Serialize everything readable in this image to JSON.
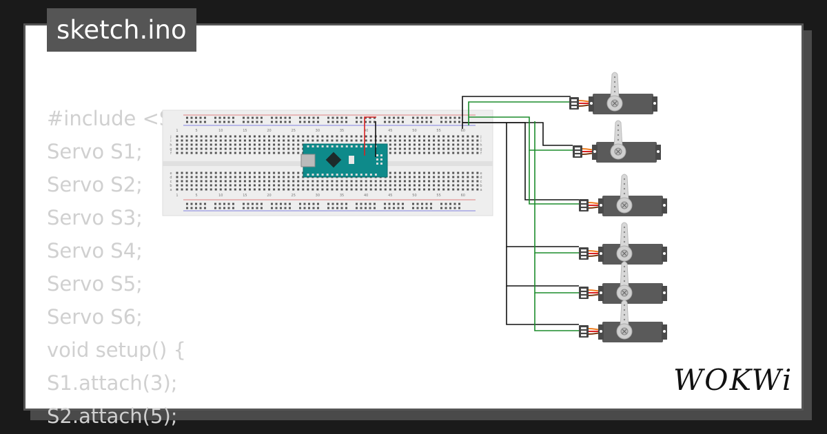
{
  "tab": {
    "filename": "sketch.ino"
  },
  "code_lines": [
    "#include <Servo.h>",
    "Servo S1;",
    "Servo S2;",
    "Servo S3;",
    "Servo S4;",
    "Servo S5;",
    "Servo S6;",
    "void setup() {",
    "S1.attach(3);",
    "S2.attach(5);"
  ],
  "breadcolumns": [
    "1",
    "5",
    "10",
    "15",
    "20",
    "25",
    "30",
    "35",
    "40",
    "45",
    "50",
    "55",
    "60"
  ],
  "rows_top": [
    "j",
    "i",
    "h",
    "g",
    "f"
  ],
  "rows_bottom": [
    "e",
    "d",
    "c",
    "b",
    "a"
  ],
  "logo": {
    "text": "WOKWi"
  },
  "colors": {
    "wire_black": "#111111",
    "wire_green": "#1a8c2a",
    "wire_red": "#d92020",
    "arduino": "#0e8a8a",
    "servo_body": "#5a5a5a",
    "servo_horn": "#d8d8d8",
    "servo_wire_orange": "#f07a1a",
    "servo_wire_red": "#d91e1e",
    "servo_wire_brown": "#7a3a10"
  }
}
